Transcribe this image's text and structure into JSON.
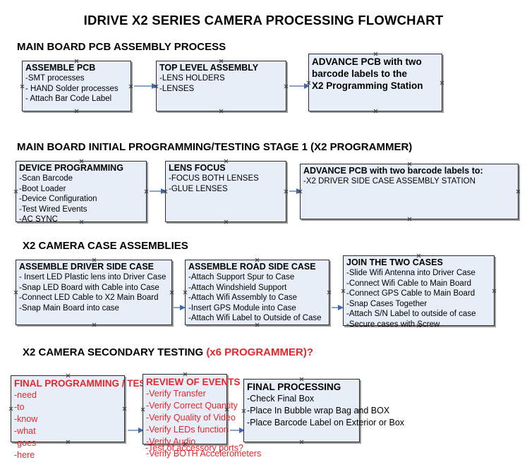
{
  "document": {
    "title": "IDRIVE X2  SERIES CAMERA PROCESSING FLOWCHART"
  },
  "colors": {
    "node_fill": "#e8eef7",
    "node_border": "#2b2b2b",
    "arrow_line": "#8ba6c4",
    "arrow_head": "#3f66b0",
    "red_text": "#e8252a",
    "black_text": "#000000"
  },
  "sections": [
    {
      "id": "main-board-pcb-assembly-process",
      "header": "MAIN BOARD PCB ASSEMBLY PROCESS",
      "header_red": "",
      "nodes": [
        {
          "id": "assemble-pcb",
          "title": "ASSEMBLE PCB",
          "lines": [
            "-SMT processes",
            "- HAND Solder processes",
            "- Attach Bar Code Label"
          ]
        },
        {
          "id": "top-level-assembly",
          "title": "TOP LEVEL ASSEMBLY",
          "lines": [
            "-LENS HOLDERS",
            "-LENSES"
          ]
        },
        {
          "id": "advance-pcb-to-x2-programming-station",
          "title": "ADVANCE PCB with two",
          "lines": [
            "barcode labels to the",
            " X2 Programming Station"
          ]
        }
      ]
    },
    {
      "id": "main-board-initial-programming-testing-stage-1",
      "header": "MAIN BOARD INITIAL PROGRAMMING/TESTING STAGE 1 (X2 PROGRAMMER)",
      "header_red": "",
      "nodes": [
        {
          "id": "device-programming",
          "title": "DEVICE PROGRAMMING",
          "lines": [
            "-Scan Barcode",
            "-Boot Loader",
            "-Device Configuration",
            "-Test Wired Events",
            "-AC SYNC"
          ]
        },
        {
          "id": "lens-focus",
          "title": "LENS FOCUS",
          "lines": [
            "-FOCUS BOTH LENSES",
            "-GLUE LENSES"
          ]
        },
        {
          "id": "advance-pcb-to-driver-side-case-assembly-station",
          "title": "ADVANCE PCB with two barcode labels to:",
          "lines": [
            "-X2 DRIVER  SIDE  CASE  ASSEMBLY STATION"
          ]
        }
      ]
    },
    {
      "id": "x2-camera-case-assemblies",
      "header": "X2 CAMERA CASE ASSEMBLIES",
      "header_red": "",
      "nodes": [
        {
          "id": "assemble-driver-side-case",
          "title": "ASSEMBLE DRIVER SIDE CASE",
          "lines": [
            "- Insert LED Plastic lens into Driver Case",
            "-Snap LED Board with Cable into Case",
            "-Connect LED Cable to X2 Main Board",
            "-Snap Main Board into case"
          ]
        },
        {
          "id": "assemble-road-side-case",
          "title": "ASSEMBLE ROAD SIDE CASE",
          "lines": [
            "-Attach Support Spur to Case",
            "-Attach Windshield Support",
            "-Attach Wifi Assembly to Case",
            "-Insert GPS Module into Case",
            "-Attach Wifi Label to Outside of Case"
          ]
        },
        {
          "id": "join-the-two-cases",
          "title": "JOIN THE TWO CASES",
          "lines": [
            "-Slide Wifi Antenna into Driver Case",
            "-Connect Wifi Cable to Main Board",
            "-Connect GPS Cable to Main Board",
            "-Snap Cases Together",
            "-Attach S/N Label to outside of case",
            "-Secure cases with Screw"
          ]
        }
      ]
    },
    {
      "id": "x2-camera-secondary-testing",
      "header": "X2 CAMERA SECONDARY TESTING ",
      "header_red": "(x6 PROGRAMMER)?",
      "nodes": [
        {
          "id": "final-programming-testing",
          "title": "FINAL PROGRAMMING / TESTING",
          "lines": [
            "-need",
            "-to",
            "-know",
            "-what",
            "-goes",
            "-here"
          ]
        },
        {
          "id": "review-of-events",
          "title": "REVIEW OF EVENTS",
          "lines": [
            "-Verify Transfer",
            "-Verify Correct Quantity",
            "-Verify Quality of Video",
            "-Verify LEDs function",
            "-Verify Audio",
            "-Verify BOTH Accelerometers"
          ],
          "overflow_line": "-Test of accessory ports?"
        },
        {
          "id": "final-processing",
          "title": "FINAL PROCESSING",
          "lines": [
            " -Check Final Box",
            "-Place In Bubble wrap Bag and BOX",
            "-Place Barcode Label on Exterior or Box"
          ]
        }
      ]
    }
  ]
}
